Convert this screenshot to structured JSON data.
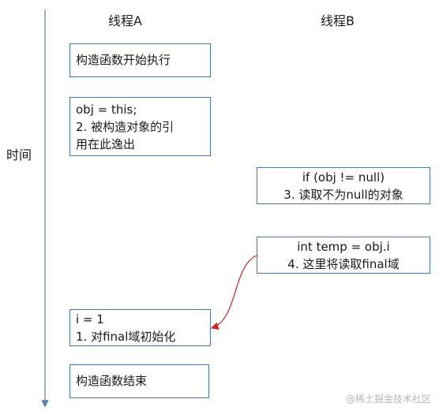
{
  "columns": {
    "thread_a": "线程A",
    "thread_b": "线程B"
  },
  "axis": {
    "label": "时间"
  },
  "steps": {
    "constructor_start": "构造函数开始执行",
    "escape_line1": "obj = this;",
    "escape_line2": "2. 被构造对象的引",
    "escape_line3": "用在此逸出",
    "read_obj_line1": "if (obj != null)",
    "read_obj_line2": "3. 读取不为null的对象",
    "read_final_line1": "int temp = obj.i",
    "read_final_line2": "4. 这里将读取final域",
    "init_final_line1": "i = 1",
    "init_final_line2": "1. 对final域初始化",
    "constructor_end": "构造函数结束"
  },
  "colors": {
    "box_border": "#4472c4",
    "axis": "#5b7fb3",
    "arrow": "#d42020"
  },
  "watermark": "@稀土掘金技术社区"
}
